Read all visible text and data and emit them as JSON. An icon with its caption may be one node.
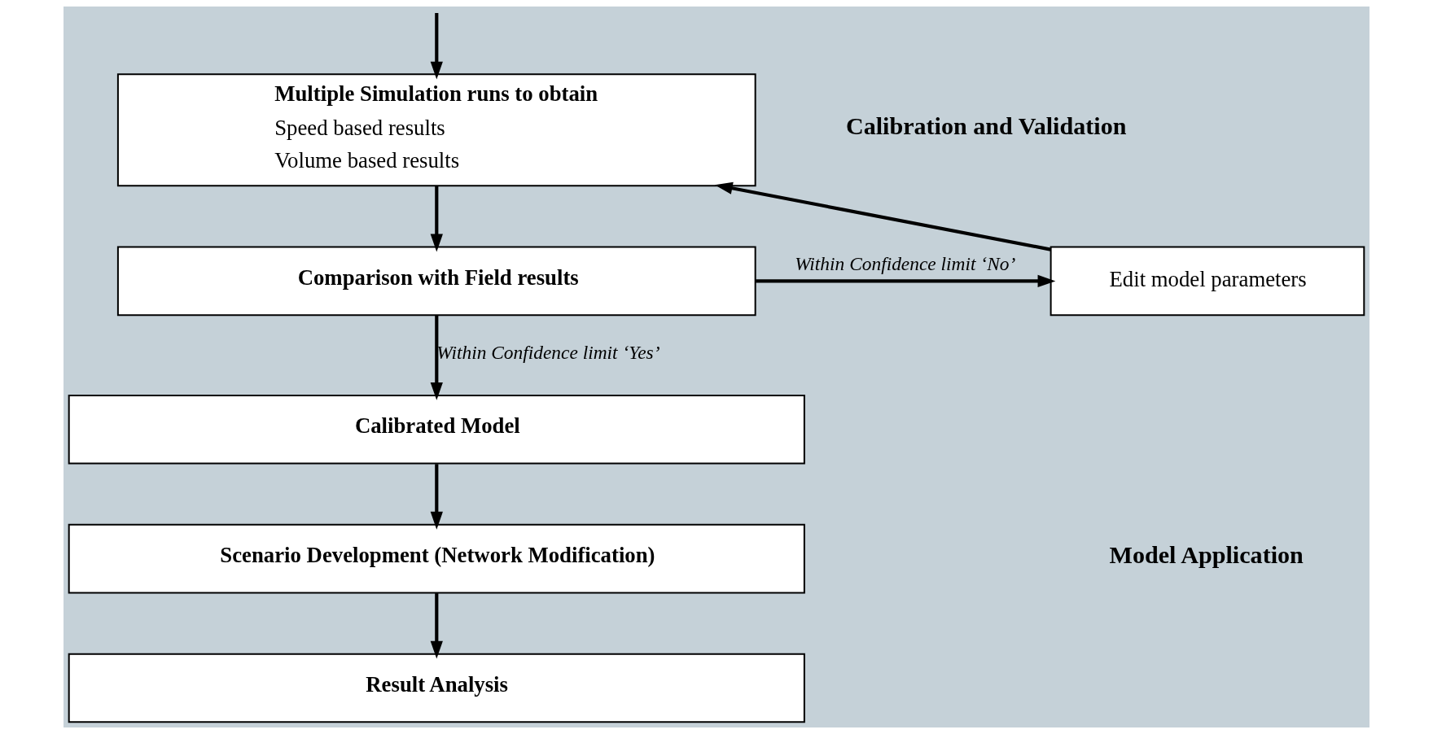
{
  "diagram": {
    "nodes": [
      {
        "text": [
          "Multiple Simulation runs to obtain",
          "Speed based results",
          "Volume based results"
        ]
      },
      {
        "text": [
          "Comparison with Field results"
        ]
      },
      {
        "text": [
          "Edit model parameters"
        ]
      },
      {
        "text": [
          "Calibrated Model"
        ]
      },
      {
        "text": [
          "Scenario Development (Network Modification)"
        ]
      },
      {
        "text": [
          "Result Analysis"
        ]
      }
    ],
    "edges": [
      {
        "from": null,
        "to": 0,
        "arrow": "to"
      },
      {
        "from": 0,
        "to": 1,
        "arrow": "to"
      },
      {
        "from": 1,
        "to": 2,
        "arrow": "to",
        "label": "Within Confidence limit ‘No’"
      },
      {
        "from": 2,
        "to": 0,
        "arrow": "to"
      },
      {
        "from": 1,
        "to": 3,
        "arrow": "to",
        "label": "Within Confidence limit ‘Yes’"
      },
      {
        "from": 3,
        "to": 4,
        "arrow": "to"
      },
      {
        "from": 4,
        "to": 5,
        "arrow": "to"
      }
    ],
    "labels": [
      "Calibration and Validation",
      "Model Application"
    ]
  }
}
